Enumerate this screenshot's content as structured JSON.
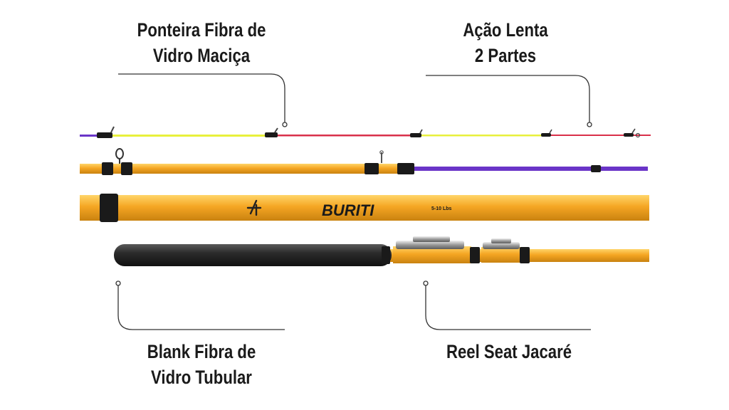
{
  "callouts": {
    "tip": {
      "line1": "Ponteira Fibra de",
      "line2": "Vidro Maciça"
    },
    "action": {
      "line1": "Ação Lenta",
      "line2": "2 Partes"
    },
    "blank": {
      "line1": "Blank Fibra de",
      "line2": "Vidro Tubular"
    },
    "reel_seat": {
      "line1": "Reel Seat Jacaré"
    }
  },
  "rod": {
    "brand": "BURITI",
    "spec": "5-10 Lbs"
  },
  "colors": {
    "blank_yellow": "#f5a623",
    "tip_yellow": "#e8f03c",
    "tip_red": "#d9304a",
    "purple": "#6a35c8",
    "grip": "#2b2b2b",
    "leader_line": "#333333"
  }
}
